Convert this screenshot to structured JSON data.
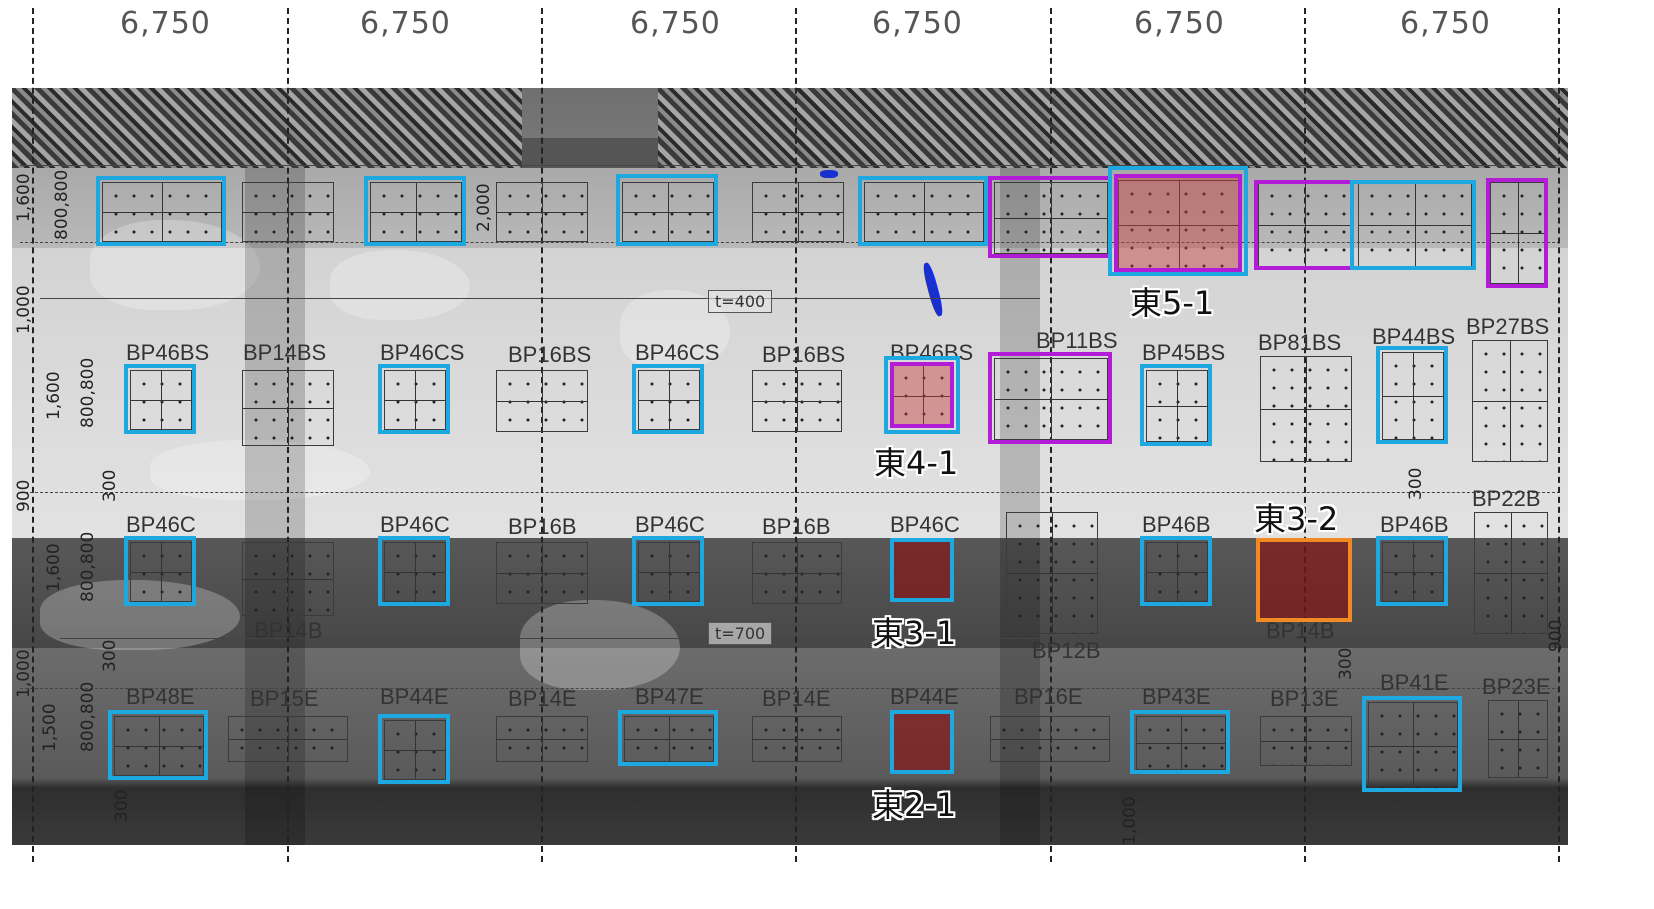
{
  "dimensions": [
    "6,750",
    "6,750",
    "6,750",
    "6,750",
    "6,750",
    "6,750"
  ],
  "thickness_labels": [
    "t=400",
    "t=700"
  ],
  "side_labels": [
    "1,600",
    "800,800",
    "2,000",
    "1,000",
    "1,600",
    "800,800",
    "300",
    "900",
    "1,600",
    "800,800",
    "1,000",
    "300",
    "1,500",
    "800,800",
    "300",
    "300",
    "300",
    "1,000",
    "900"
  ],
  "row_labels": {
    "row2": [
      "BP46BS",
      "BP14BS",
      "BP46CS",
      "BP16BS",
      "BP46CS",
      "BP16BS",
      "BP46BS",
      "BP11BS",
      "BP45BS",
      "BP81BS",
      "BP44BS",
      "BP27BS"
    ],
    "row3": [
      "BP46C",
      "BP46C",
      "BP16B",
      "BP46C",
      "BP16B",
      "BP46C",
      "BP46B",
      "BP46B",
      "BP22B"
    ],
    "row3_below": [
      "BP14B",
      "BP12B",
      "BP14B"
    ],
    "row4": [
      "BP48E",
      "BP15E",
      "BP44E",
      "BP14E",
      "BP47E",
      "BP14E",
      "BP44E",
      "BP16E",
      "BP43E",
      "BP13E",
      "BP41E",
      "BP23E"
    ]
  },
  "callouts": [
    "東5-1",
    "東4-1",
    "東3-1",
    "東3-2",
    "東2-1"
  ],
  "legend_colors": {
    "blue": "#1ea8e0",
    "purple": "#b31cd6",
    "orange": "#f08a24",
    "damage_fill": "#8c0e0e"
  }
}
